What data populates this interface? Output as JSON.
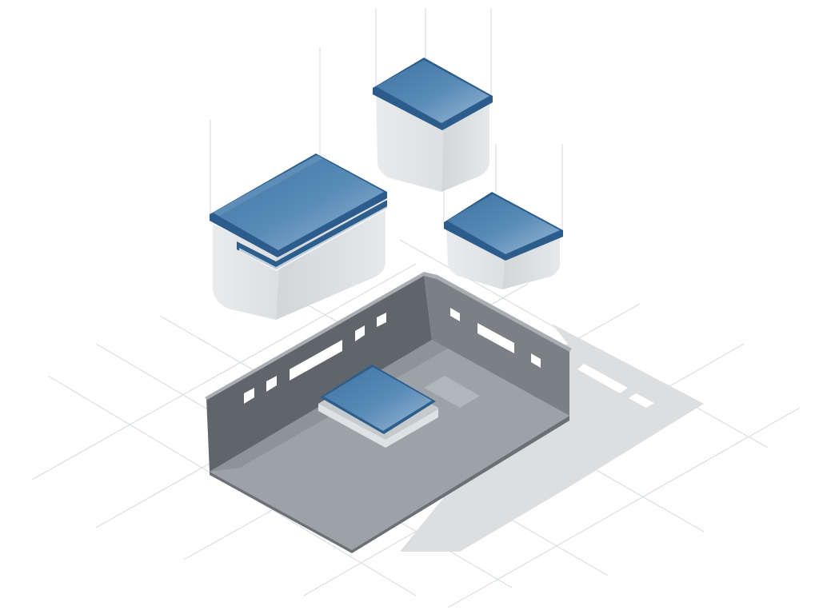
{
  "scene": {
    "description_free": true,
    "colors": {
      "background": "#ffffff",
      "grid": "#d9dee2",
      "lid_blue": "#4f82ad",
      "lid_rim": "#2b5c8c",
      "lid_highlight": "#8fb2d2",
      "container_light": "#eef0f1",
      "container_mid": "#d3d7da",
      "container_dark": "#c2c7cb",
      "tray_wall_left": "#5d6368",
      "tray_wall_back": "#6d7378",
      "tray_wall_right": "#7b8186",
      "tray_floor": "#9aa0a5",
      "shadow": "#d8dadc"
    },
    "objects": [
      {
        "kind": "lidded-container",
        "name": "large-container"
      },
      {
        "kind": "lidded-container",
        "name": "tall-container"
      },
      {
        "kind": "lidded-container",
        "name": "small-container"
      },
      {
        "kind": "lid",
        "name": "loose-lid"
      },
      {
        "kind": "open-tray",
        "name": "storage-tray"
      }
    ]
  }
}
